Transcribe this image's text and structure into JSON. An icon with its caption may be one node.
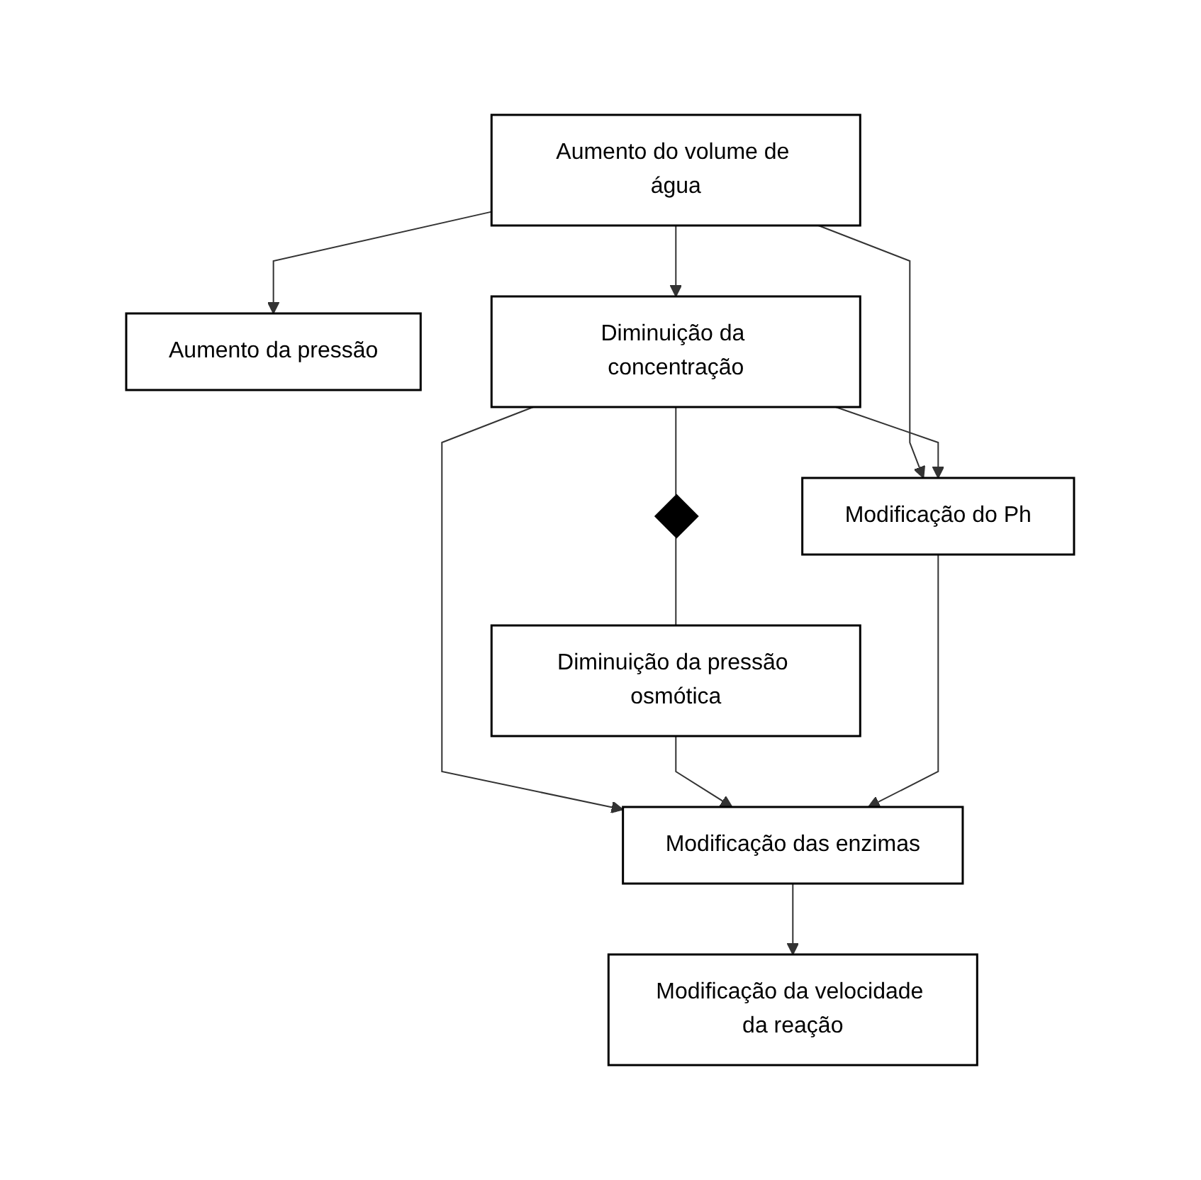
{
  "diagram": {
    "nodes": [
      {
        "text": [
          "Aumento do volume de água"
        ]
      },
      {
        "text": [
          "Aumento da pressão"
        ]
      },
      {
        "text": [
          "Diminuição da concentração"
        ]
      },
      {
        "text": [],
        "shape": "diamond"
      },
      {
        "text": [
          "Diminuição da pressão osmótica"
        ]
      },
      {
        "text": [
          "Modificação do Ph"
        ]
      },
      {
        "text": [
          "Modificação das enzimas"
        ]
      },
      {
        "text": [
          "Modificação da velocidade da reação"
        ]
      }
    ],
    "edges": [
      {
        "from": 0,
        "to": 1,
        "arrow": "to"
      },
      {
        "from": 0,
        "to": 2,
        "arrow": "to"
      },
      {
        "from": 0,
        "to": 5,
        "arrow": "to"
      },
      {
        "from": 2,
        "to": 3,
        "arrow": "none"
      },
      {
        "from": 3,
        "to": 4,
        "arrow": "none"
      },
      {
        "from": 2,
        "to": 5,
        "arrow": "to"
      },
      {
        "from": 2,
        "to": 6,
        "arrow": "to"
      },
      {
        "from": 4,
        "to": 6,
        "arrow": "to"
      },
      {
        "from": 5,
        "to": 6,
        "arrow": "to"
      },
      {
        "from": 6,
        "to": 7,
        "arrow": "to"
      }
    ]
  }
}
